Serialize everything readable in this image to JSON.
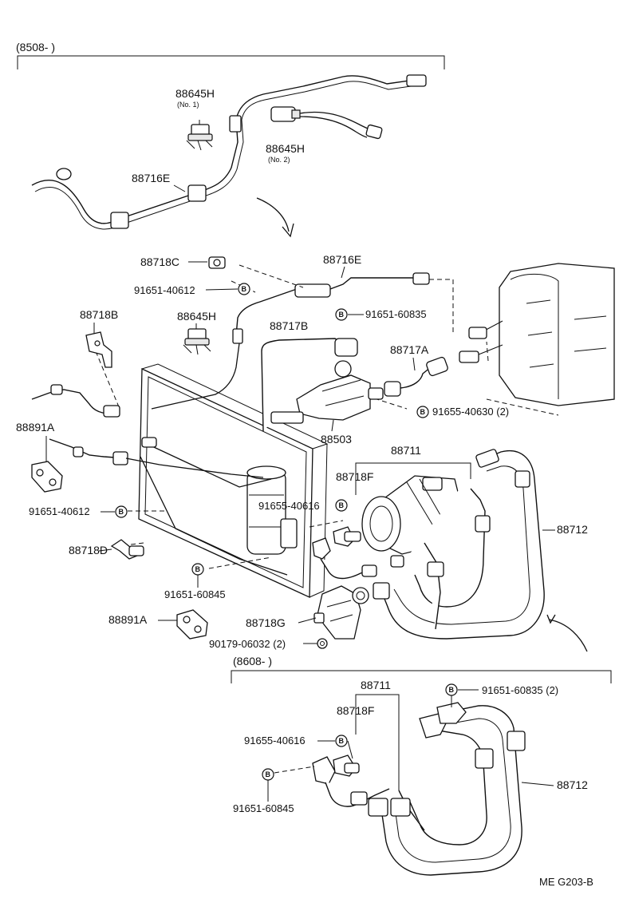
{
  "sections": {
    "top": "(8508-        )",
    "bottom": "(8608-        )"
  },
  "bolt_mark": "B",
  "labels": {
    "p88645H_top": "88645H",
    "p88645H_top_sub": "(No. 1)",
    "p88645H_no2": "88645H",
    "p88645H_no2_sub": "(No. 2)",
    "p88716E_top": "88716E",
    "p88718C": "88718C",
    "p88716E_mid": "88716E",
    "p91651_40612_a": "91651-40612",
    "p88718B": "88718B",
    "p88645H_mid": "88645H",
    "p91651_60835_a": "91651-60835",
    "p88717B": "88717B",
    "p88717A": "88717A",
    "p91655_40630": "91655-40630 (2)",
    "p88891A_a": "88891A",
    "p88503": "88503",
    "p88711_a": "88711",
    "p88718F_a": "88718F",
    "p91655_40616_a": "91655-40616",
    "p88712_a": "88712",
    "p91651_40612_b": "91651-40612",
    "p88718D": "88718D",
    "p91651_60845_a": "91651-60845",
    "p88891A_b": "88891A",
    "p88718G": "88718G",
    "p90179": "90179-06032 (2)",
    "p88711_b": "88711",
    "p88718F_b": "88718F",
    "p91651_60835_b": "91651-60835 (2)",
    "p91655_40616_b": "91655-40616",
    "p91651_60845_b": "91651-60845",
    "p88712_b": "88712"
  },
  "footer": "ME  G203-B"
}
